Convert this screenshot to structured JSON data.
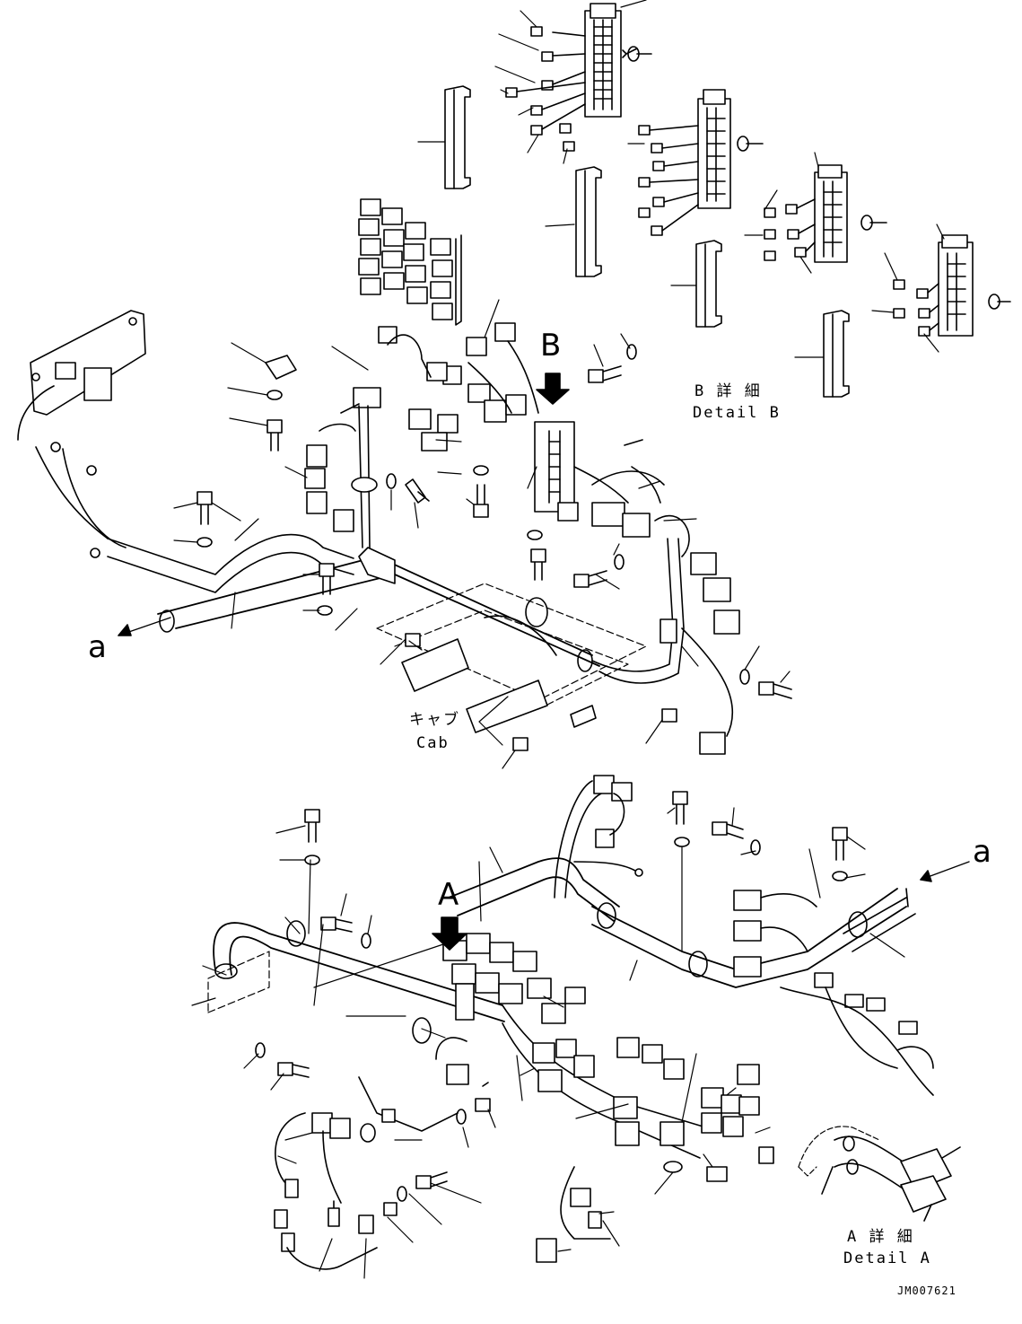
{
  "labels": {
    "a_left": "a",
    "a_right": "a",
    "view_a": "A",
    "view_b": "B",
    "cab_jp": "キャブ",
    "cab_en": "Cab",
    "detail_b_jp": "B 詳 細",
    "detail_b_en": "Detail B",
    "detail_a_jp": "A 詳 細",
    "detail_a_en": "Detail A",
    "drawing_code": "JM007621"
  }
}
